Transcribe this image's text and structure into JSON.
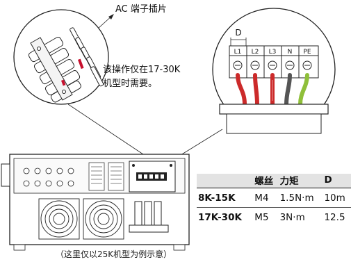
{
  "callouts": {
    "ac_terminal": "AC 端子插片",
    "note_line1": "该操作仅在17-30K",
    "note_line2": "机型时需要。"
  },
  "terminal_dimension": "D",
  "terminals": [
    "L1",
    "L2",
    "L3",
    "N",
    "PE"
  ],
  "caption": "（这里仅以25K机型为例示意）",
  "spec_table": {
    "headers": [
      "",
      "螺丝",
      "力矩",
      "D"
    ],
    "rows": [
      {
        "model": "8K-15K",
        "screw": "M4",
        "torque": "1.5N·m",
        "d": "10m"
      },
      {
        "model": "17K-30K",
        "screw": "M5",
        "torque": "3N·m",
        "d": "12.5"
      }
    ]
  },
  "colors": {
    "line": "#1a1a1a",
    "highlight": "#c8102e",
    "wire_red": "#cc2a2a",
    "wire_grey": "#555555",
    "wire_green": "#8fbf3a"
  }
}
